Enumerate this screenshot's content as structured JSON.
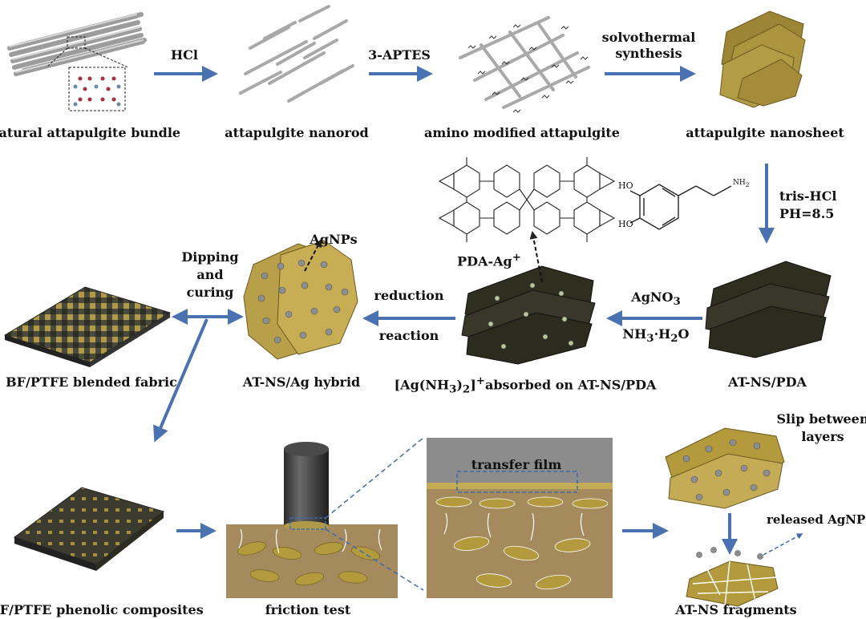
{
  "steps": {
    "bundle": "natural attapulgite bundle",
    "nanorod": "attapulgite nanorod",
    "amino": "amino modified attapulgite",
    "nanosheet": "attapulgite nanosheet",
    "atns_pda": "AT-NS/PDA",
    "ag_absorbed_pre": "[Ag(NH",
    "ag_absorbed_sub3": "3",
    "ag_absorbed_mid": ")",
    "ag_absorbed_sub2": "2",
    "ag_absorbed_sup": "]",
    "ag_absorbed_plus": "+",
    "ag_absorbed_post": "absorbed on AT-NS/PDA",
    "hybrid": "AT-NS/Ag hybrid",
    "fabric": "BF/PTFE blended fabric",
    "composite": "BF/PTFE phenolic composites",
    "friction": "friction test",
    "fragments": "AT-NS fragments"
  },
  "reagents": {
    "hcl": "HCl",
    "aptes": "3-APTES",
    "solvo1": "solvothermal",
    "solvo2": "synthesis",
    "tris": "tris-HCl",
    "ph": "PH=8.5",
    "agno3_pre": "AgNO",
    "agno3_sub": "3",
    "nh3_pre": "NH",
    "nh3_sub": "3",
    "nh3_post": "·H",
    "nh3_sub2": "2",
    "nh3_end": "O",
    "reduction": "reduction",
    "reaction": "reaction",
    "dipping": "Dipping",
    "and": "and",
    "curing": "curing"
  },
  "annotations": {
    "agnps": "AgNPs",
    "pda_ag": "PDA-Ag",
    "pda_ag_sup": "+",
    "transfer_film": "transfer film",
    "slip1": "Slip between",
    "slip2": "layers",
    "released": "released AgNPs",
    "ho1": "HO",
    "ho2": "HO",
    "nh2": "NH",
    "nh2_sub": "2"
  },
  "colors": {
    "arrow": "#4a72b0",
    "rod": "#b5b5b5",
    "sheet": "#b39a3c",
    "sheet_dark": "#3b3a24",
    "ground": "#a48a5d",
    "cylinder": "#3a3a3a",
    "particle": "#8a8a8a"
  }
}
